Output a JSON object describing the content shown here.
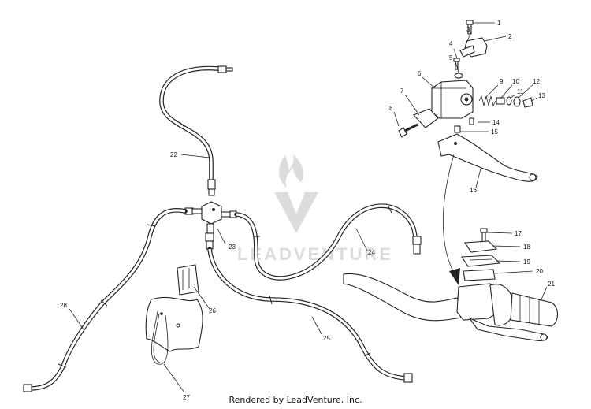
{
  "watermark": {
    "text": "LEADVENTURE",
    "color": "#d9d9d9"
  },
  "footer": {
    "text": "Rendered by LeadVenture, Inc."
  },
  "callouts": [
    "1",
    "2",
    "3",
    "4",
    "5",
    "6",
    "7",
    "8",
    "9",
    "10",
    "11",
    "12",
    "13",
    "14",
    "15",
    "16",
    "17",
    "18",
    "19",
    "20",
    "21",
    "22",
    "23",
    "24",
    "25",
    "26",
    "27",
    "28"
  ]
}
